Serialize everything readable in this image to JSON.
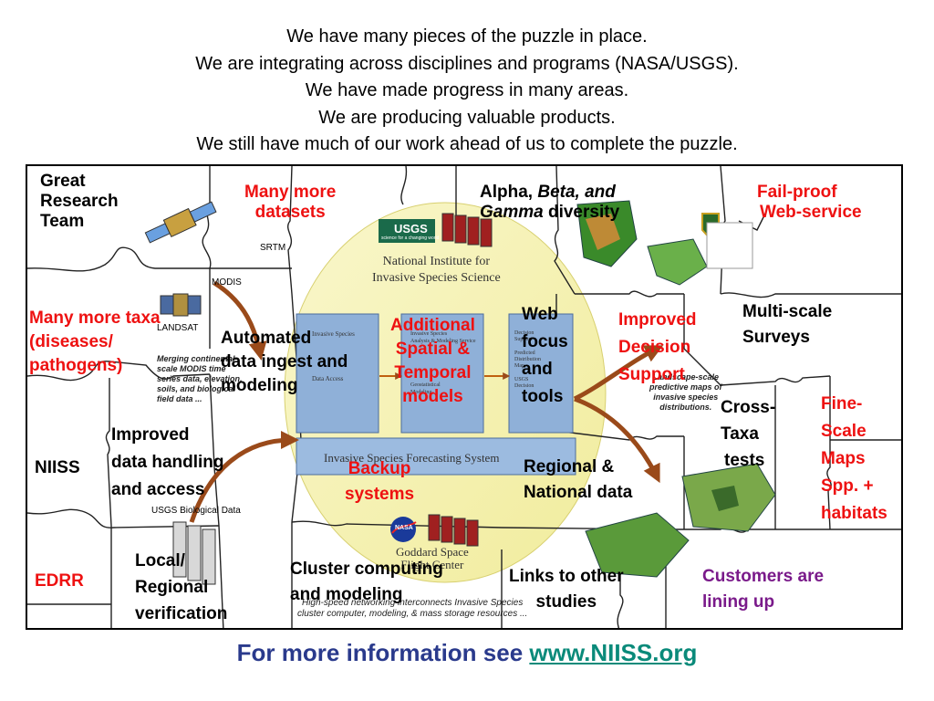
{
  "header": {
    "lines": [
      "We have many pieces of the puzzle in place.",
      "We are integrating across disciplines and programs (NASA/USGS).",
      "We have made progress in many areas.",
      "We are producing valuable products.",
      "We still have much of our work ahead of us to complete the puzzle."
    ]
  },
  "labels": {
    "great_research_team": [
      "Great",
      "Research",
      "Team"
    ],
    "many_more_datasets": [
      "Many more",
      "datasets"
    ],
    "alpha": "Alpha, ",
    "beta_gamma": "Beta, and",
    "gamma": "Gamma",
    "diversity": " diversity",
    "fail_proof": [
      "Fail-proof",
      "Web-service"
    ],
    "many_more_taxa": [
      "Many more taxa",
      "(diseases/",
      "pathogens)"
    ],
    "automated": [
      "Automated",
      "data ingest and",
      "modeling"
    ],
    "additional": [
      "Additional",
      "Spatial &",
      "Temporal",
      "models"
    ],
    "web_focus": [
      "Web",
      "focus",
      "and",
      "tools"
    ],
    "improved_decision": [
      "Improved",
      "Decision",
      "Support"
    ],
    "multi_scale": [
      "Multi-scale",
      "Surveys"
    ],
    "cross_taxa": [
      "Cross-",
      "Taxa",
      "tests"
    ],
    "fine_scale": [
      "Fine-",
      "Scale",
      "Maps",
      "Spp. +",
      "habitats"
    ],
    "improved_data": [
      "Improved",
      "data handling",
      "and access"
    ],
    "niiss": "NIISS",
    "backup": [
      "Backup",
      "systems"
    ],
    "regional": [
      "Regional &",
      "National data"
    ],
    "local": [
      "Local/",
      "Regional",
      "verification"
    ],
    "edrr": "EDRR",
    "cluster": [
      "Cluster computing",
      "and modeling"
    ],
    "links": [
      "Links to other",
      "studies"
    ],
    "customers": [
      "Customers are",
      "lining up"
    ]
  },
  "small_text": {
    "srtm": "SRTM",
    "modis": "MODIS",
    "landsat": "LANDSAT",
    "usgs_bio": "USGS Biological Data",
    "usgs": "USGS",
    "usgs_tag": "science for a changing world",
    "niiss_title": [
      "National Institute for",
      "Invasive Species Science"
    ],
    "forecasting": "Invasive Species Forecasting System",
    "goddard": [
      "Goddard Space",
      "Flight Center"
    ],
    "nasa": "NASA",
    "merging": [
      "Merging continental-",
      "scale MODIS time",
      "series data, elevation,",
      "soils, and biological",
      "field data ..."
    ],
    "landscape": [
      "Landscape-scale",
      "predictive maps of",
      "invasive species",
      "distributions."
    ],
    "highspeed": [
      "High-speed networking interconnects Invasive Species",
      "cluster computer, modeling, & mass storage resources ..."
    ],
    "box1": [
      "Invasive Species",
      "Data Access"
    ],
    "box2": [
      "Invasive Species",
      "Analysis & Modeling Service",
      "Geostatistical",
      "Modeling"
    ],
    "box3": [
      "Decision",
      "Support",
      "Predicted",
      "Distribution",
      "Map",
      "USGS",
      "Decision"
    ]
  },
  "footer": {
    "prefix": "For more information see ",
    "link": "www.NIISS.org"
  },
  "colors": {
    "red": "#ee1111",
    "purple": "#7a1a8a",
    "footer_text": "#2a3a8c",
    "link": "#0a8a7a",
    "ellipse": "#f6f3b0",
    "arrow": "#9a4a1a"
  }
}
